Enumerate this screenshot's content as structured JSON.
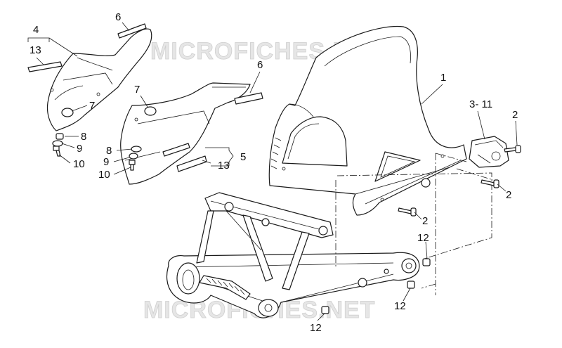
{
  "watermark": {
    "text": "MICROFICHES.NET"
  },
  "callouts": [
    {
      "id": "c-4",
      "text": "4"
    },
    {
      "id": "c-13a",
      "text": "13"
    },
    {
      "id": "c-6a",
      "text": "6"
    },
    {
      "id": "c-7a",
      "text": "7"
    },
    {
      "id": "c-8a",
      "text": "8"
    },
    {
      "id": "c-9a",
      "text": "9"
    },
    {
      "id": "c-10a",
      "text": "10"
    },
    {
      "id": "c-7b",
      "text": "7"
    },
    {
      "id": "c-6b",
      "text": "6"
    },
    {
      "id": "c-8b",
      "text": "8"
    },
    {
      "id": "c-9b",
      "text": "9"
    },
    {
      "id": "c-10b",
      "text": "10"
    },
    {
      "id": "c-5",
      "text": "5"
    },
    {
      "id": "c-13b",
      "text": "13"
    },
    {
      "id": "c-1",
      "text": "1"
    },
    {
      "id": "c-3-11",
      "text": "3- 11"
    },
    {
      "id": "c-2a",
      "text": "2"
    },
    {
      "id": "c-2b",
      "text": "2"
    },
    {
      "id": "c-2c",
      "text": "2"
    },
    {
      "id": "c-12a",
      "text": "12"
    },
    {
      "id": "c-12b",
      "text": "12"
    },
    {
      "id": "c-12c",
      "text": "12"
    }
  ]
}
